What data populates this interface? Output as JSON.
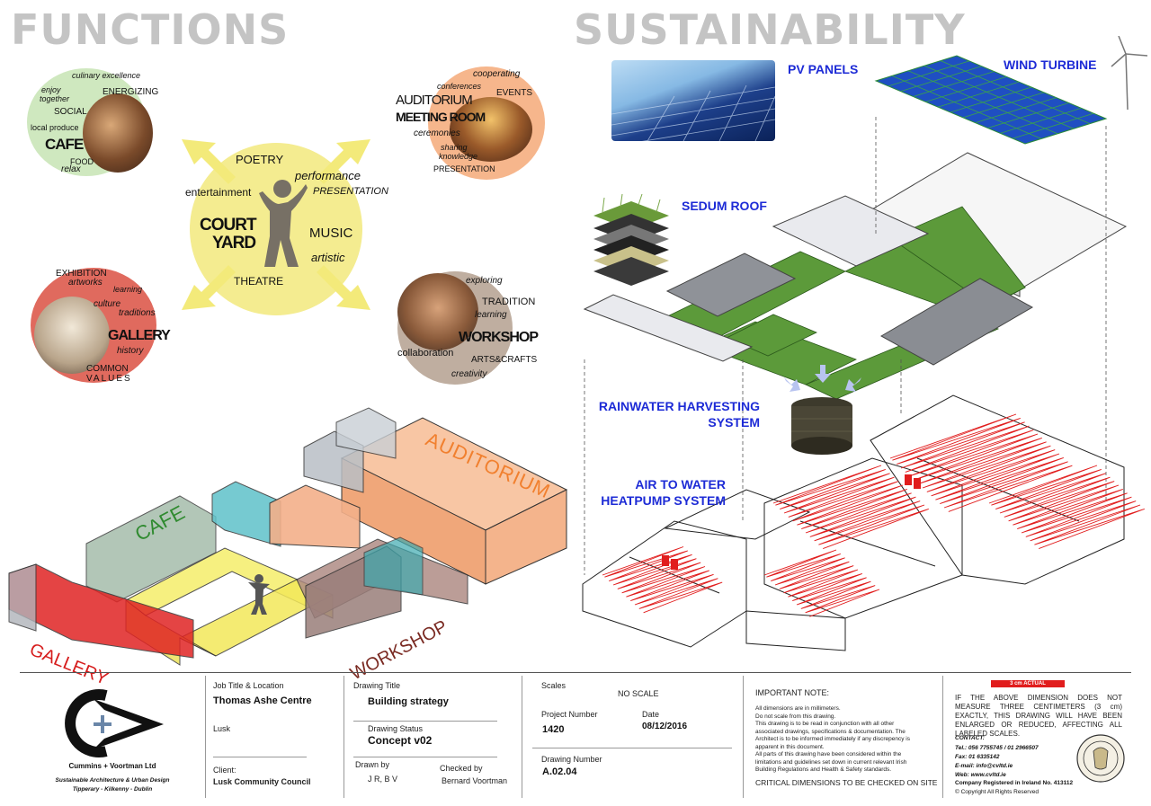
{
  "headings": {
    "functions": "FUNCTIONS",
    "sustainability": "SUSTAINABILITY"
  },
  "circles": {
    "cafe": {
      "title": "CAFE",
      "words": [
        "culinary excellence",
        "enjoy",
        "together",
        "ENERGIZING",
        "SOCIAL",
        "local produce",
        "FOOD",
        "relax"
      ]
    },
    "auditorium": {
      "title1": "AUDITORIUM",
      "title2": "MEETING ROOM",
      "words": [
        "cooperating",
        "conferences",
        "EVENTS",
        "ceremonies",
        "sharing",
        "knowledge",
        "PRESENTATION"
      ]
    },
    "courtyard": {
      "title1": "COURT",
      "title2": "YARD",
      "words": [
        "POETRY",
        "performance",
        "entertainment",
        "PRESENTATION",
        "MUSIC",
        "artistic",
        "THEATRE"
      ]
    },
    "gallery": {
      "title": "GALLERY",
      "words": [
        "EXHIBITION",
        "artworks",
        "learning",
        "culture",
        "traditions",
        "history",
        "COMMON",
        "VALUES"
      ]
    },
    "workshop": {
      "title": "WORKSHOP",
      "words": [
        "exploring",
        "TRADITION",
        "learning",
        "collaboration",
        "ARTS&CRAFTS",
        "creativity"
      ]
    }
  },
  "massing_labels": {
    "auditorium": "AUDITORIUM",
    "cafe": "CAFE",
    "gallery": "GALLERY",
    "workshop": "WORKSHOP"
  },
  "sustainability": {
    "pv_panels": "PV PANELS",
    "wind_turbine": "WIND TURBINE",
    "sedum_roof": "SEDUM ROOF",
    "rainwater_1": "RAINWATER HARVESTING",
    "rainwater_2": "SYSTEM",
    "heatpump_1": "AIR TO WATER",
    "heatpump_2": "HEATPUMP SYSTEM"
  },
  "title_block": {
    "company": "Cummins + Voortman Ltd",
    "company_sub": "Sustainable Architecture & Urban Design",
    "company_loc": "Tipperary - Kilkenny - Dublin",
    "job_label": "Job Title & Location",
    "job_title": "Thomas Ashe Centre",
    "job_location": "Lusk",
    "client_label": "Client:",
    "client": "Lusk Community Council",
    "drawing_title_label": "Drawing Title",
    "drawing_title": "Building strategy",
    "status_label": "Drawing Status",
    "status": "Concept v02",
    "drawn_label": "Drawn by",
    "drawn": "J R, B V",
    "checked_label": "Checked by",
    "checked": "Bernard Voortman",
    "scales_label": "Scales",
    "scales": "NO SCALE",
    "project_label": "Project Number",
    "project": "1420",
    "date_label": "Date",
    "date": "08/12/2016",
    "drawing_number_label": "Drawing Number",
    "drawing_number": "A.02.04",
    "important_label": "IMPORTANT NOTE:",
    "notes": [
      "All dimensions are in millimeters.",
      "Do not scale from this drawing.",
      "This drawing is to be read in conjunction with all other",
      "associated drawings, specifications & documentation. The",
      "Architect is to be informed immediately if any discrepency is",
      "apparent in this document.",
      "All parts of this drawing have been considered within the",
      "limitations and guidelines set down in current relevant Irish",
      "Building Regulations and Health & Safety standards."
    ],
    "critical": "CRITICAL DIMENSIONS TO BE CHECKED ON SITE",
    "scale_bar": "3 cm ACTUAL",
    "measure_note": "IF THE ABOVE DIMENSION DOES NOT MEASURE THREE CENTIMETERS (3 cm) EXACTLY, THIS DRAWING WILL HAVE BEEN ENLARGED OR REDUCED, AFFECTING ALL LABELED SCALES.",
    "contact_label": "CONTACT:",
    "tel": "Tel.: 056 7755745 / 01 2966507",
    "fax": "Fax: 01 6335142",
    "email": "E-mail: info@cvltd.ie",
    "web": "Web: www.cvltd.ie",
    "registered": "Company Registered in Ireland No. 413112",
    "copyright": "© Copyright All Rights Reserved"
  }
}
